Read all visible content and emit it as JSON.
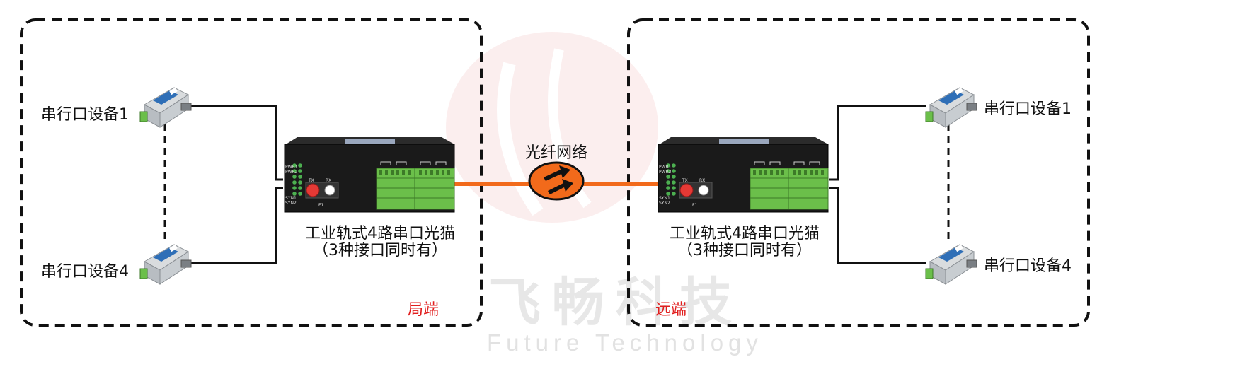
{
  "watermark": {
    "brand_cn": "飞畅科技",
    "brand_en": "Future Technology"
  },
  "left_site": {
    "device_top_label": "串行口设备1",
    "device_bottom_label": "串行口设备4",
    "converter_title": "工业轨式4路串口光猫",
    "converter_subtitle": "（3种接口同时有）",
    "site_label": "局端"
  },
  "right_site": {
    "device_top_label": "串行口设备1",
    "device_bottom_label": "串行口设备4",
    "converter_title": "工业轨式4路串口光猫",
    "converter_subtitle": "（3种接口同时有）",
    "site_label": "远端"
  },
  "network": {
    "label": "光纤网络"
  },
  "converter_panel": {
    "led_labels": [
      "PWR1",
      "PWR2",
      "SYN1",
      "SYN2"
    ],
    "port_tx": "TX",
    "port_rx": "RX",
    "port_id": "F1"
  },
  "colors": {
    "fiber": "#f26a1b",
    "cloud_fill": "#f26a1b",
    "site_label": "#e11d1d",
    "terminal_green": "#6bbf4a",
    "device_blue": "#2f6fb7",
    "frame": "#111111"
  }
}
